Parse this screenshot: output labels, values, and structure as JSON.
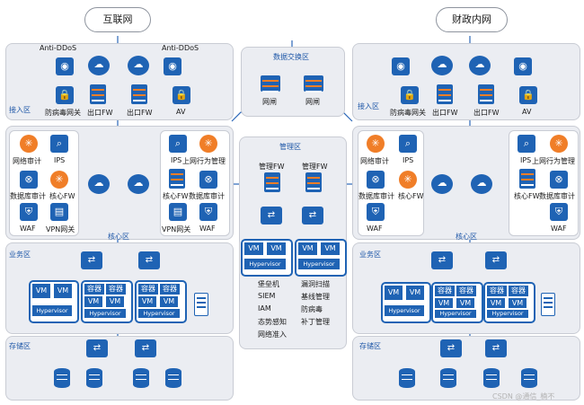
{
  "clouds": {
    "internet": "互联网",
    "finance_net": "财政内网"
  },
  "access": {
    "zone_label": "接入区",
    "anti_ddos_1": "Anti-DDoS",
    "anti_ddos_2": "Anti-DDoS",
    "av_gateway": "防病毒网关",
    "egress_fw_1": "出口FW",
    "egress_fw_2": "出口FW",
    "av": "AV"
  },
  "security_left": {
    "audit": "网络审计",
    "ips1": "IPS",
    "ips2": "IPS",
    "behavior": "上网行为管理",
    "db_audit1": "数据库审计",
    "core_fw1": "核心FW",
    "core_fw2": "核心FW",
    "db_audit2": "数据库审计",
    "waf1": "WAF",
    "vpn1": "VPN网关",
    "vpn2": "VPN网关",
    "waf2": "WAF"
  },
  "security_right": {
    "audit": "网络审计",
    "ips1": "IPS",
    "ips2": "IPS",
    "behavior": "上网行为管理",
    "db_audit": "数据库审计",
    "core_fw1": "核心FW",
    "core_fw2": "核心FW",
    "db_audit2": "数据库审计",
    "waf1": "WAF",
    "waf2": "WAF"
  },
  "core_label": "核心区",
  "business": {
    "zone_label": "业务区",
    "vm": "VM",
    "container": "容器",
    "hypervisor": "Hypervisor"
  },
  "storage_label": "存储区",
  "exchange": {
    "title": "数据交换区",
    "gate1": "网闸",
    "gate2": "网闸"
  },
  "mgmt": {
    "title": "管理区",
    "fw1": "管理FW",
    "fw2": "管理FW",
    "vm": "VM",
    "hypervisor": "Hypervisor",
    "tools_left": [
      "堡垒机",
      "SIEM",
      "IAM",
      "态势感知",
      "网络准入"
    ],
    "tools_right": [
      "漏洞扫描",
      "基线管理",
      "防病毒",
      "补丁管理"
    ]
  },
  "watermark": "CSDN @通信_楠不",
  "colors": {
    "blue": "#1f63b4",
    "orange": "#f07e28",
    "zone_bg": "#ebedf2",
    "label_blue": "#1f58a8"
  }
}
